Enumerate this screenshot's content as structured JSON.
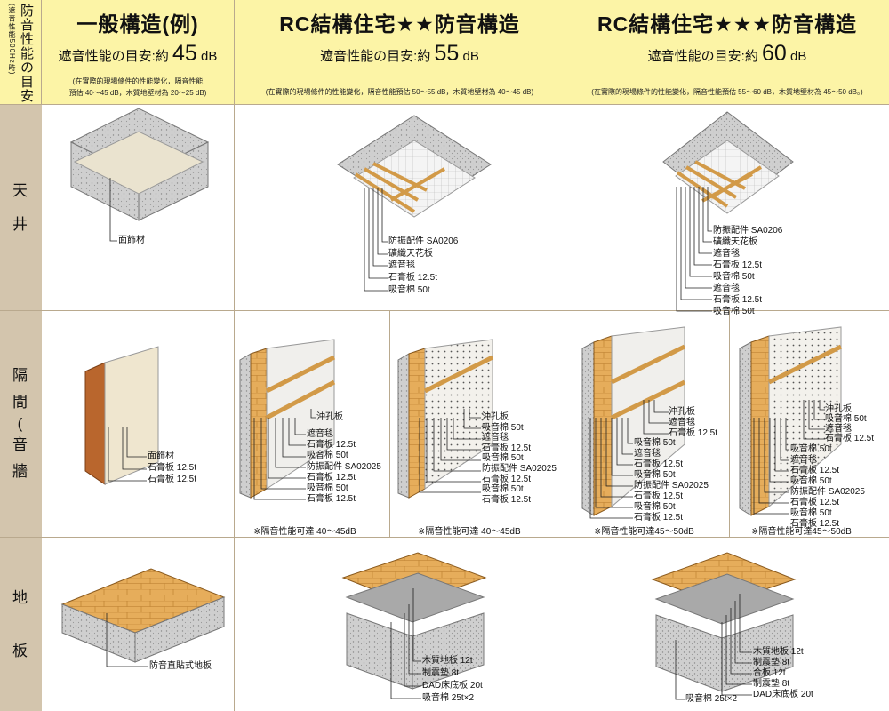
{
  "corner": {
    "title": "防音性能の目安",
    "sub": "(遮音性能500Hz時)"
  },
  "columns": [
    {
      "title": "一般構造(例)",
      "goal_prefix": "遮音性能の目安:約",
      "goal_value": "45",
      "goal_unit": "dB",
      "note_lines": [
        "(在實際的現場條件的性能變化，隔音性能",
        "預估 40～45 dB，木質地壁材為 20～25 dB)"
      ]
    },
    {
      "title": "RC結構住宅★★防音構造",
      "goal_prefix": "遮音性能の目安:約",
      "goal_value": "55",
      "goal_unit": "dB",
      "note_lines": [
        "(在實際的現場條件的性能變化，隔音性能預估 50～55 dB，木質地壁材為 40～45 dB)"
      ]
    },
    {
      "title": "RC結構住宅★★★防音構造",
      "goal_prefix": "遮音性能の目安:約",
      "goal_value": "60",
      "goal_unit": "dB",
      "note_lines": [
        "(在實際的現場條件的性能變化，隔音性能預估 55～60 dB，木質地壁材為 45～50 dB。)"
      ]
    }
  ],
  "rows": [
    {
      "label": [
        "天",
        "井"
      ]
    },
    {
      "label": [
        "隔",
        "間",
        "(",
        "音",
        "牆"
      ]
    },
    {
      "label": [
        "地",
        "板"
      ]
    }
  ],
  "ceiling": {
    "general": [
      "面飾材"
    ],
    "rc2": [
      "防振配件 SA0206",
      "礦纖天花板",
      "遮音毯",
      "石膏板 12.5t",
      "吸音棉 50t"
    ],
    "rc3": [
      "防振配件 SA0206",
      "礦纖天花板",
      "遮音毯",
      "石膏板 12.5t",
      "吸音棉 50t",
      "遮音毯",
      "石膏板 12.5t",
      "吸音棉 50t"
    ]
  },
  "wall": {
    "general": [
      "面飾材",
      "石膏板 12.5t",
      "石膏板 12.5t"
    ],
    "rc2a": [
      "沖孔板",
      "遮音毯",
      "石膏板 12.5t",
      "吸音棉 50t",
      "防振配件 SA02025",
      "石膏板 12.5t",
      "吸音棉 50t",
      "石膏板 12.5t"
    ],
    "rc2b": [
      "沖孔板",
      "吸音棉 50t",
      "遮音毯",
      "石膏板 12.5t",
      "吸音棉 50t",
      "防振配件 SA02025",
      "石膏板 12.5t",
      "吸音棉 50t",
      "石膏板 12.5t"
    ],
    "rc3a": [
      "沖孔板",
      "遮音毯",
      "石膏板 12.5t",
      "吸音棉 50t",
      "遮音毯",
      "石膏板 12.5t",
      "吸音棉 50t",
      "防振配件 SA02025",
      "石膏板 12.5t",
      "吸音棉 50t",
      "石膏板 12.5t"
    ],
    "rc3b": [
      "沖孔板",
      "吸音棉 50t",
      "遮音毯",
      "石膏板 12.5t",
      "吸音棉 50t",
      "遮音毯",
      "石膏板 12.5t",
      "吸音棉 50t",
      "防振配件 SA02025",
      "石膏板 12.5t",
      "吸音棉 50t",
      "石膏板 12.5t"
    ],
    "foot_rc2a": "※隔音性能可達 40～45dB",
    "foot_rc2b": "※隔音性能可達 40～45dB",
    "foot_rc3a": "※隔音性能可達45～50dB",
    "foot_rc3b": "※隔音性能可達45～50dB"
  },
  "floor": {
    "general": [
      "防音直貼式地板"
    ],
    "rc2": [
      "木質地板 12t",
      "制震墊 8t",
      "DAD床底板 20t",
      "吸音棉 25t×2"
    ],
    "rc3": [
      "木質地板 12t",
      "制震墊 8t",
      "合板 12t",
      "制震墊 8t",
      "DAD床底板 20t",
      "吸音棉 25t×2"
    ]
  },
  "colors": {
    "header_bg": "#fcf4a6",
    "rowhead_bg": "#d3c5ad",
    "border": "#b9a98e",
    "wood": "#e0a95a",
    "concrete": "#c9c9c9",
    "board": "#efe6cf"
  }
}
